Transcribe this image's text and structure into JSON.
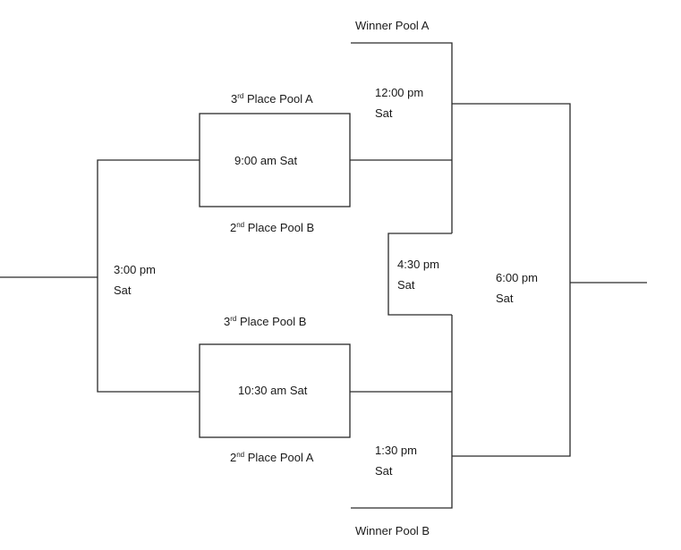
{
  "bracket": {
    "seeds": {
      "winner_pool_a": "Winner Pool A",
      "winner_pool_b": "Winner Pool B",
      "third_pool_a": {
        "num": "3",
        "suffix": "rd",
        "rest": " Place Pool A"
      },
      "second_pool_b": {
        "num": "2",
        "suffix": "nd",
        "rest": " Place Pool B"
      },
      "third_pool_b": {
        "num": "3",
        "suffix": "rd",
        "rest": " Place Pool B"
      },
      "second_pool_a": {
        "num": "2",
        "suffix": "nd",
        "rest": " Place Pool A"
      }
    },
    "games": {
      "game_9am": {
        "label": "9:00 am Sat"
      },
      "game_1030am": {
        "label": "10:30 am Sat"
      },
      "game_12pm": {
        "time": "12:00 pm",
        "day": "Sat"
      },
      "game_130pm": {
        "time": "1:30 pm",
        "day": "Sat"
      },
      "game_3pm": {
        "time": "3:00 pm",
        "day": "Sat"
      },
      "game_430pm": {
        "time": "4:30 pm",
        "day": "Sat"
      },
      "game_6pm": {
        "time": "6:00 pm",
        "day": "Sat"
      }
    },
    "line_color": "#2a2a2a"
  }
}
